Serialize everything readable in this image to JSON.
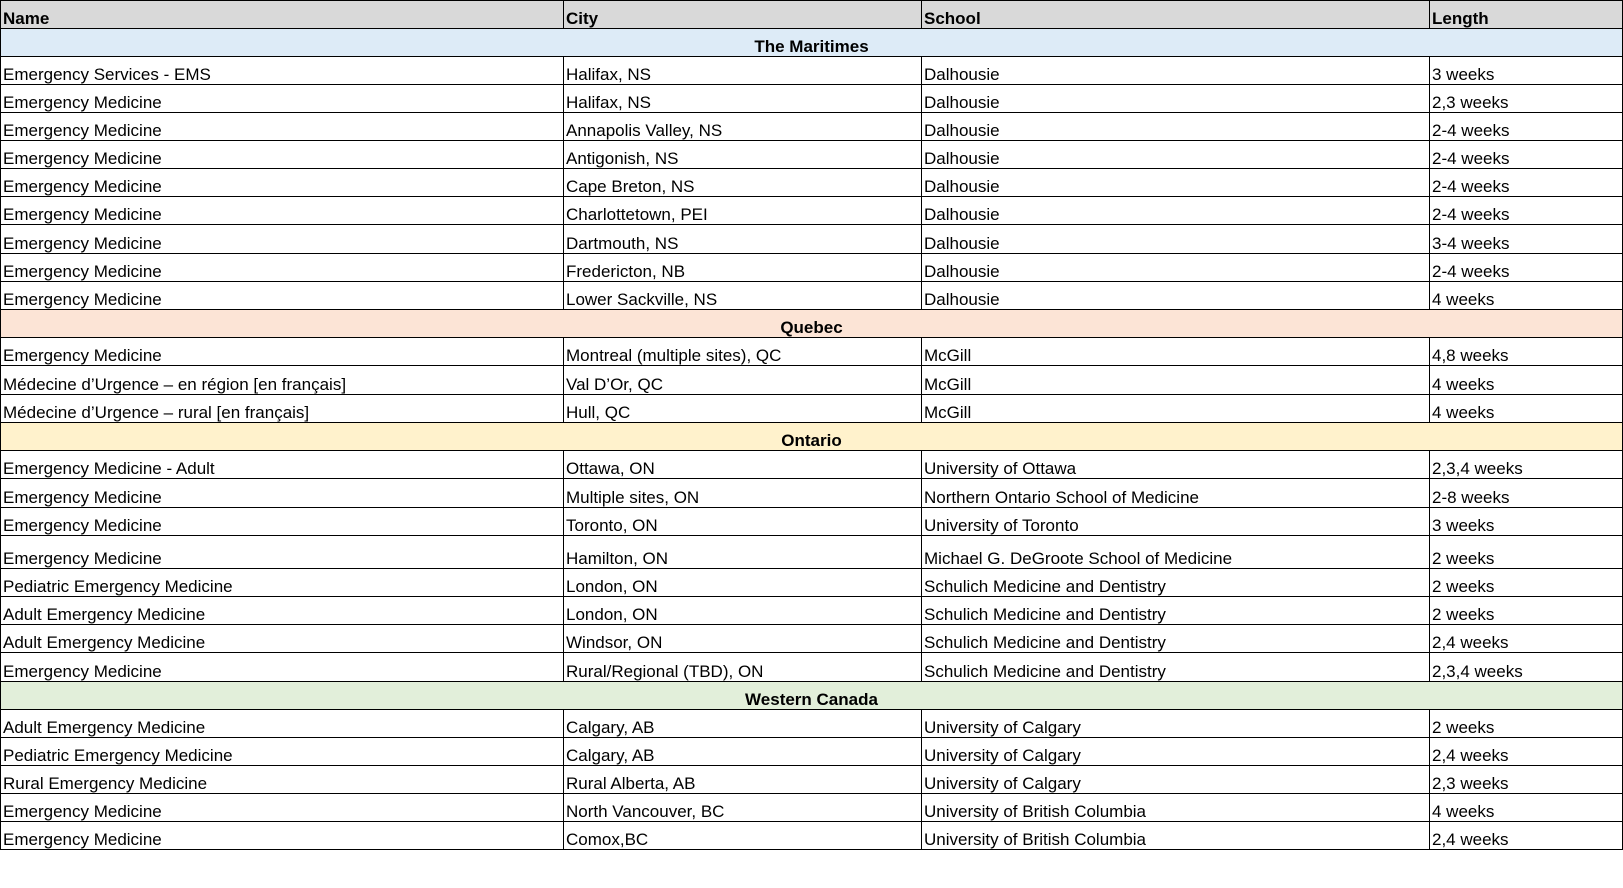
{
  "table": {
    "headers": [
      "Name",
      "City",
      "School",
      "Length"
    ],
    "sections": [
      {
        "title": "The Maritimes",
        "color": "#ddebf7",
        "rows": [
          [
            "Emergency Services - EMS",
            "Halifax, NS",
            "Dalhousie",
            "3 weeks"
          ],
          [
            "Emergency Medicine",
            "Halifax, NS",
            "Dalhousie",
            "2,3 weeks"
          ],
          [
            "Emergency Medicine",
            "Annapolis Valley, NS",
            "Dalhousie",
            "2-4 weeks"
          ],
          [
            "Emergency Medicine",
            "Antigonish, NS",
            "Dalhousie",
            "2-4 weeks"
          ],
          [
            "Emergency Medicine",
            "Cape Breton, NS",
            "Dalhousie",
            "2-4 weeks"
          ],
          [
            "Emergency Medicine",
            "Charlottetown, PEI",
            "Dalhousie",
            "2-4 weeks"
          ],
          [
            "Emergency Medicine",
            "Dartmouth, NS",
            "Dalhousie",
            "3-4 weeks"
          ],
          [
            "Emergency Medicine",
            "Fredericton, NB",
            "Dalhousie",
            "2-4 weeks"
          ],
          [
            "Emergency Medicine",
            "Lower Sackville, NS",
            "Dalhousie",
            "4 weeks"
          ]
        ]
      },
      {
        "title": "Quebec",
        "color": "#fce4d6",
        "rows": [
          [
            "Emergency Medicine",
            "Montreal (multiple sites), QC",
            "McGill",
            "4,8 weeks"
          ],
          [
            "Médecine d’Urgence – en région [en français]",
            "Val D’Or, QC",
            "McGill",
            "4 weeks"
          ],
          [
            "Médecine d’Urgence – rural [en français]",
            "Hull, QC",
            "McGill",
            "4 weeks"
          ]
        ]
      },
      {
        "title": "Ontario",
        "color": "#fff2cc",
        "rows": [
          [
            "Emergency Medicine - Adult",
            "Ottawa, ON",
            "University of Ottawa",
            "2,3,4 weeks"
          ],
          [
            "Emergency Medicine",
            "Multiple sites, ON",
            "Northern Ontario School of Medicine",
            "2-8 weeks"
          ],
          [
            "Emergency Medicine",
            "Toronto, ON",
            "University of Toronto",
            "3 weeks"
          ],
          [
            "Emergency Medicine",
            "Hamilton, ON",
            "Michael G. DeGroote School of Medicine",
            "2 weeks"
          ],
          [
            "Pediatric Emergency Medicine",
            "London, ON",
            "Schulich Medicine and Dentistry",
            "2 weeks"
          ],
          [
            "Adult Emergency Medicine",
            "London, ON",
            "Schulich Medicine and Dentistry",
            "2 weeks"
          ],
          [
            "Adult Emergency Medicine",
            "Windsor, ON",
            "Schulich Medicine and Dentistry",
            "2,4 weeks"
          ],
          [
            "Emergency Medicine",
            "Rural/Regional (TBD), ON",
            "Schulich Medicine and Dentistry",
            "2,3,4 weeks"
          ]
        ]
      },
      {
        "title": "Western Canada",
        "color": "#e2efda",
        "rows": [
          [
            "Adult Emergency Medicine",
            "Calgary, AB",
            "University of Calgary",
            "2 weeks"
          ],
          [
            "Pediatric Emergency Medicine",
            "Calgary, AB",
            "University of Calgary",
            "2,4 weeks"
          ],
          [
            "Rural Emergency Medicine",
            "Rural Alberta, AB",
            "University of Calgary",
            "2,3 weeks"
          ],
          [
            "Emergency Medicine",
            "North Vancouver, BC",
            "University of British Columbia",
            "4 weeks"
          ],
          [
            "Emergency Medicine",
            "Comox,BC",
            "University of British Columbia",
            "2,4 weeks"
          ]
        ]
      }
    ]
  }
}
